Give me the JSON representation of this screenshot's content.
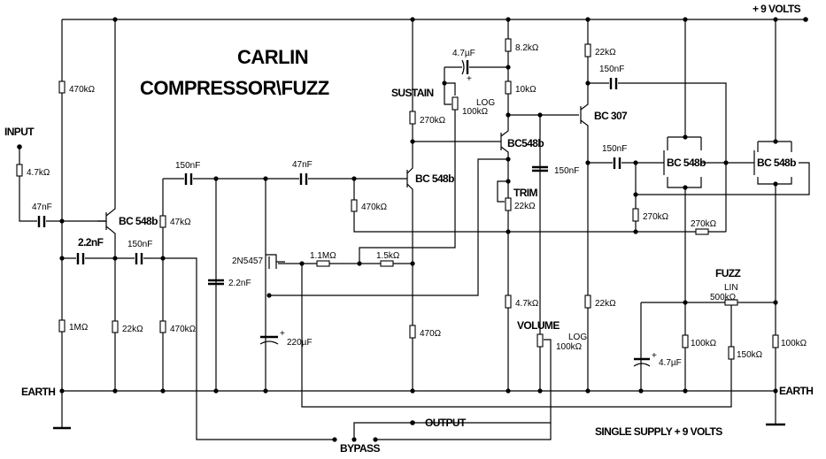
{
  "title": {
    "line1": "CARLIN",
    "line2": "COMPRESSOR\\FUZZ"
  },
  "rails": {
    "supply": "+ 9 VOLTS",
    "earth_left": "EARTH",
    "earth_right": "EARTH",
    "footer": "SINGLE SUPPLY + 9 VOLTS"
  },
  "io": {
    "input": "INPUT",
    "output": "OUTPUT",
    "bypass": "BYPASS"
  },
  "controls": {
    "sustain": {
      "name": "SUSTAIN",
      "taper": "LOG",
      "value": "100kΩ"
    },
    "trim": {
      "name": "TRIM",
      "value": "22kΩ"
    },
    "volume": {
      "name": "VOLUME",
      "taper": "LOG",
      "value": "100kΩ"
    },
    "fuzz": {
      "name": "FUZZ",
      "taper": "LIN",
      "value": "500kΩ"
    }
  },
  "transistors": {
    "q1": "BC 548b",
    "q2": "BC 548b",
    "q3": "BC548b",
    "q4": "BC 307",
    "q5": "BC 548b",
    "q6": "BC 548b",
    "fet": "2N5457"
  },
  "resistors": {
    "r_in": "4.7kΩ",
    "r_bias1": "470kΩ",
    "r_1m": "1MΩ",
    "r_22k_a": "22kΩ",
    "r_47k": "47kΩ",
    "r_470k_b": "470kΩ",
    "r_470k_c": "470kΩ",
    "r_270k_a": "270kΩ",
    "r_1m1": "1.1MΩ",
    "r_1k5": "1.5kΩ",
    "r_470": "470Ω",
    "r_8k2": "8.2kΩ",
    "r_10k": "10kΩ",
    "r_4k7_b": "4.7kΩ",
    "r_22k_b": "22kΩ",
    "r_22k_c": "22kΩ",
    "r_270k_b": "270kΩ",
    "r_270k_c": "270kΩ",
    "r_100k_a": "100kΩ",
    "r_150k": "150kΩ",
    "r_100k_b": "100kΩ"
  },
  "capacitors": {
    "c_in": "47nF",
    "c_2n2_a": "2.2nF",
    "c_150n_a": "150nF",
    "c_150n_b": "150nF",
    "c_47n": "47nF",
    "c_2n2_b": "2.2nF",
    "c_220u": "220µF",
    "c_4u7_a": "4.7µF",
    "c_150n_c": "150nF",
    "c_150n_d": "150nF",
    "c_150n_e": "150nF",
    "c_4u7_b": "4.7µF"
  }
}
